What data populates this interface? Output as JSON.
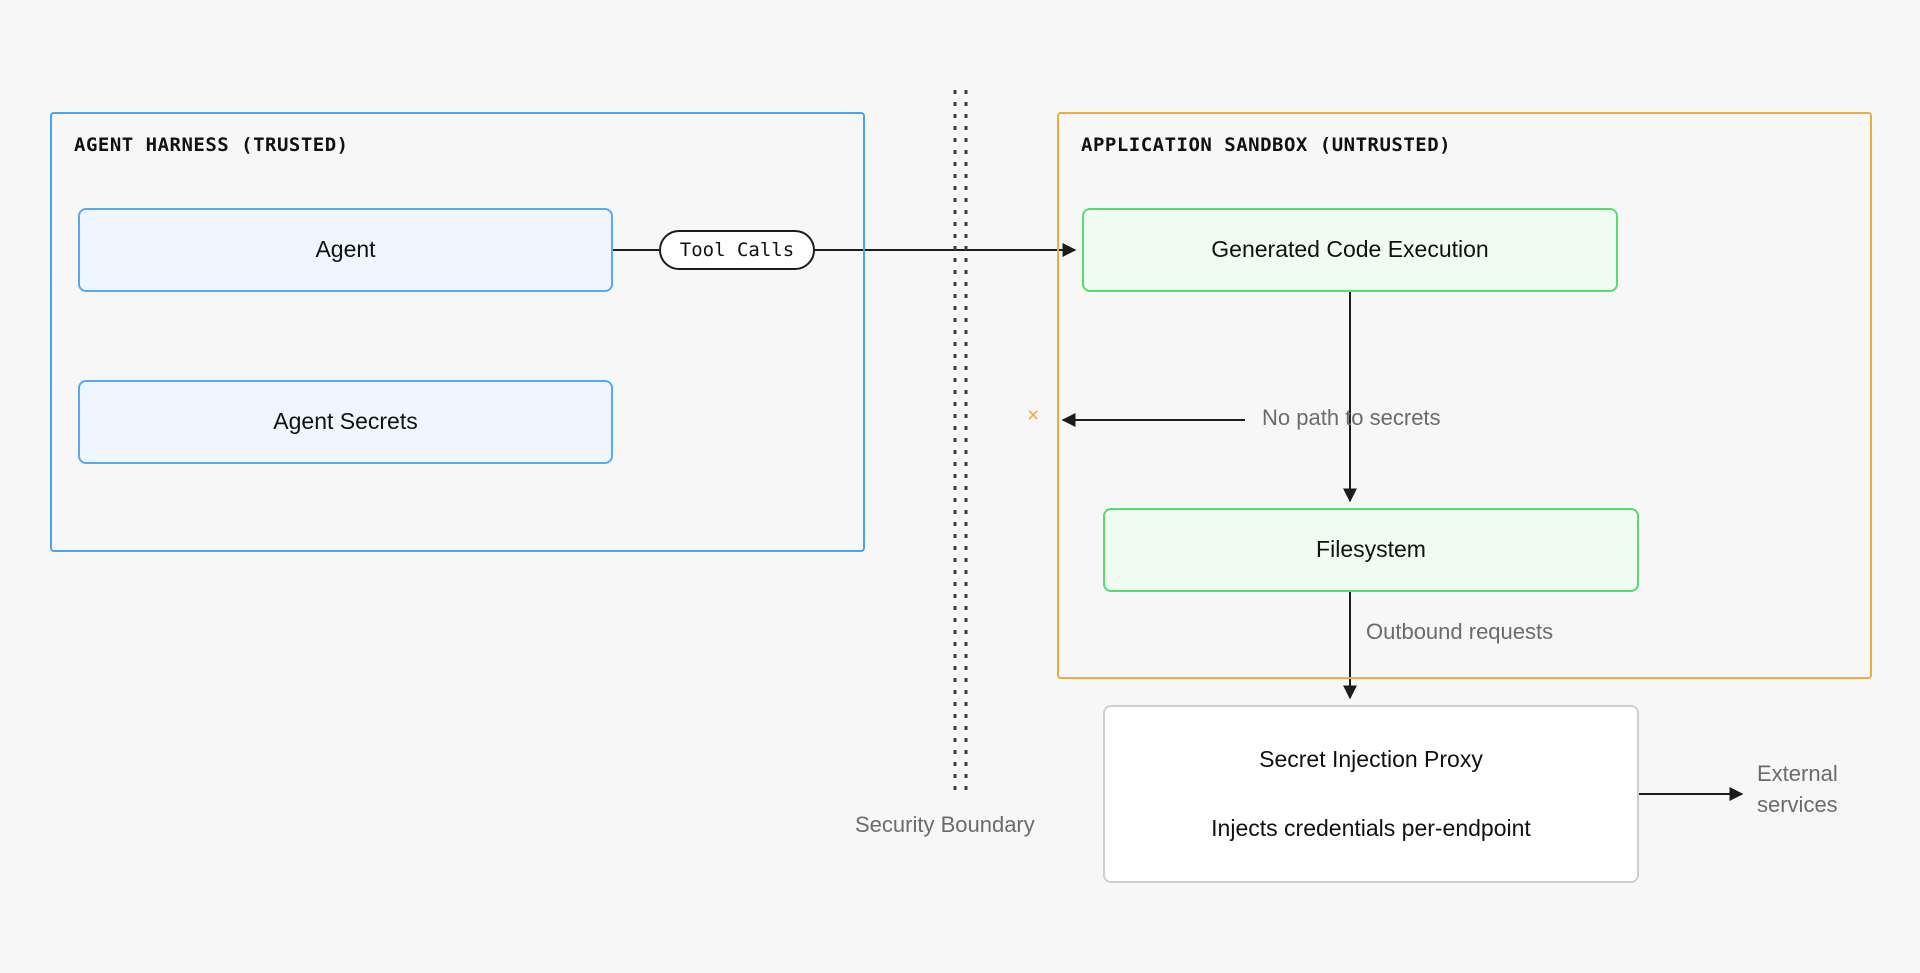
{
  "diagram": {
    "title": "Agent harness / application sandbox security boundary",
    "background_color": "#f7f7f7",
    "groups": [
      {
        "id": "trusted",
        "label": "AGENT HARNESS (TRUSTED)",
        "border_color": "#4aa3f0"
      },
      {
        "id": "untrusted",
        "label": "APPLICATION SANDBOX (UNTRUSTED)",
        "border_color": "#eeab3f"
      }
    ],
    "nodes": [
      {
        "id": "agent",
        "label": "Agent",
        "border_color": "#59a8f5",
        "fill_color": "#eff6fe"
      },
      {
        "id": "agent_secrets",
        "label": "Agent Secrets",
        "border_color": "#59a8f5",
        "fill_color": "#eff6fe"
      },
      {
        "id": "code_exec",
        "label": "Generated Code Execution",
        "border_color": "#55dc6c",
        "fill_color": "#f0fbf1"
      },
      {
        "id": "filesystem",
        "label": "Filesystem",
        "border_color": "#55dc6c",
        "fill_color": "#f0fbf1"
      },
      {
        "id": "proxy",
        "label": "Secret Injection Proxy",
        "sublabel": "Injects credentials per-endpoint",
        "border_color": "#cfcfcf",
        "fill_color": "#ffffff"
      }
    ],
    "edge_labels": {
      "tool_calls": "Tool Calls",
      "no_path_to_secrets": "No path to secrets",
      "outbound_requests": "Outbound requests",
      "external_services": "External services"
    },
    "boundary": {
      "label": "Security Boundary",
      "style": "double-dotted-vertical",
      "color": "#3c3c3c"
    },
    "markers": {
      "blocked": "×",
      "blocked_color": "#eeab3f"
    }
  }
}
